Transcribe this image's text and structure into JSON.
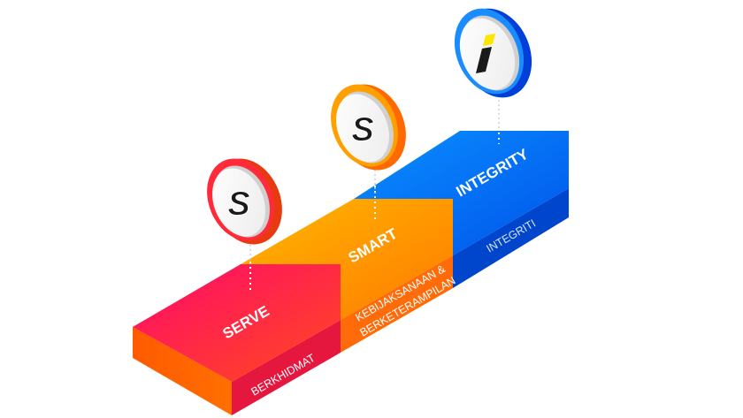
{
  "steps": [
    {
      "title": "SERVE",
      "subtitle": "BERKHIDMAT",
      "icon": "s-letter-icon",
      "icon_letter": "S",
      "colors": {
        "top_start": "#ff0a6a",
        "top_end": "#ff4a1e",
        "side": "#ff6a00",
        "front": "#e8163e",
        "ring": "#ff2a3a",
        "ring_dark": "#e83a10"
      }
    },
    {
      "title": "SMART",
      "subtitle_lines": [
        "KEBIJAKSANAAN &",
        "BERKETERAMPILAN"
      ],
      "icon": "s-letter-icon",
      "icon_letter": "S",
      "colors": {
        "top_start": "#ffb300",
        "top_end": "#ff7c00",
        "front": "#ff6a08",
        "ring": "#ffa000",
        "ring_dark": "#ff6a00"
      }
    },
    {
      "title": "INTEGRITY",
      "subtitle": "INTEGRITI",
      "icon": "i-letter-icon",
      "icon_letter": "i",
      "colors": {
        "top_start": "#0a8cff",
        "top_end": "#0055ee",
        "front": "#0044cc",
        "ring": "#1a8cff",
        "ring_dark": "#0040d8",
        "accent": "#ffe600"
      }
    }
  ]
}
